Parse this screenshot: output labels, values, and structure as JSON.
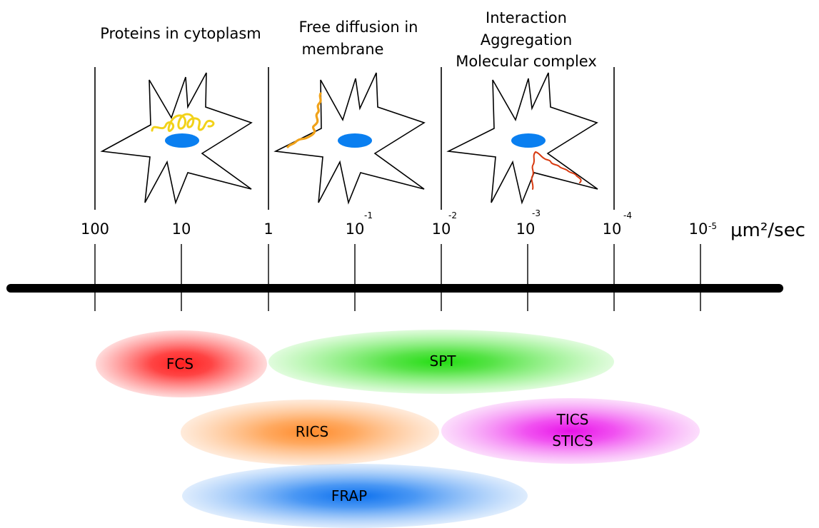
{
  "headers": {
    "cytoplasm": "Proteins in cytoplasm",
    "membrane_line1": "Free diffusion in",
    "membrane_line2": "membrane",
    "complex_line1": "Interaction",
    "complex_line2": "Aggregation",
    "complex_line3": "Molecular complex"
  },
  "axis": {
    "unit": "μm²/sec",
    "ticks": [
      {
        "base": "100",
        "exp": ""
      },
      {
        "base": "10",
        "exp": ""
      },
      {
        "base": "1",
        "exp": ""
      },
      {
        "base": "10",
        "exp": "-1"
      },
      {
        "base": "10",
        "exp": "-2"
      },
      {
        "base": "10",
        "exp": "-3"
      },
      {
        "base": "10",
        "exp": "-4"
      },
      {
        "base": "10",
        "exp": "-5"
      }
    ]
  },
  "techniques": {
    "fcs": {
      "label": "FCS",
      "color": "#ff3333"
    },
    "spt": {
      "label": "SPT",
      "color": "#33dd22"
    },
    "rics": {
      "label": "RICS",
      "color": "#ff9944"
    },
    "tics": {
      "label_line1": "TICS",
      "label_line2": "STICS",
      "color": "#ee33ee"
    },
    "frap": {
      "label": "FRAP",
      "color": "#1a7ff0"
    }
  },
  "colors": {
    "nucleus": "#0a7ff0",
    "trajectory_cytoplasm": "#f2d21a",
    "trajectory_membrane": "#f0a21a",
    "trajectory_complex": "#d83a10",
    "axis_line": "#000000"
  }
}
